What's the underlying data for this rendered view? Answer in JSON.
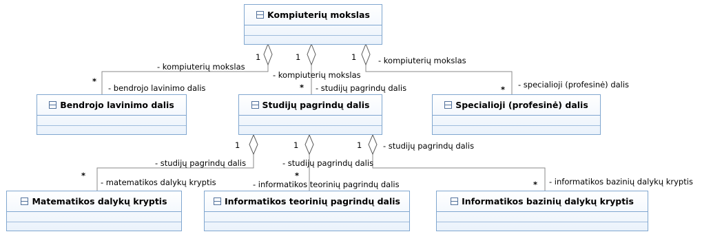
{
  "classes": {
    "kompiuteriu_mokslas": "Kompiuterių mokslas",
    "bendrojo_lavinimo": "Bendrojo lavinimo dalis",
    "studiju_pagrindu": "Studijų pagrindų dalis",
    "specialioji": "Specialioji (profesinė) dalis",
    "matematikos": "Matematikos dalykų kryptis",
    "informatikos_teoriniu": "Informatikos teorinių pagrindų dalis",
    "informatikos_baziniu": "Informatikos bazinių dalykų kryptis"
  },
  "roles": {
    "r1_owner": "- kompiuterių mokslas",
    "r1_part": "- bendrojo lavinimo dalis",
    "r2_owner": "- kompiuterių mokslas",
    "r2_part": "- studijų pagrindų dalis",
    "r3_owner": "- kompiuterių mokslas",
    "r3_part": "- specialioji (profesinė) dalis",
    "r4_owner": "- studijų pagrindų dalis",
    "r4_part": "- matematikos dalykų kryptis",
    "r5_owner": "- studijų pagrindų dalis",
    "r5_part": "- informatikos teorinių pagrindų dalis",
    "r6_owner": "- studijų pagrindų dalis",
    "r6_part": "- informatikos bazinių dalykų kryptis"
  },
  "multiplicity": {
    "one": "1",
    "many": "*"
  }
}
